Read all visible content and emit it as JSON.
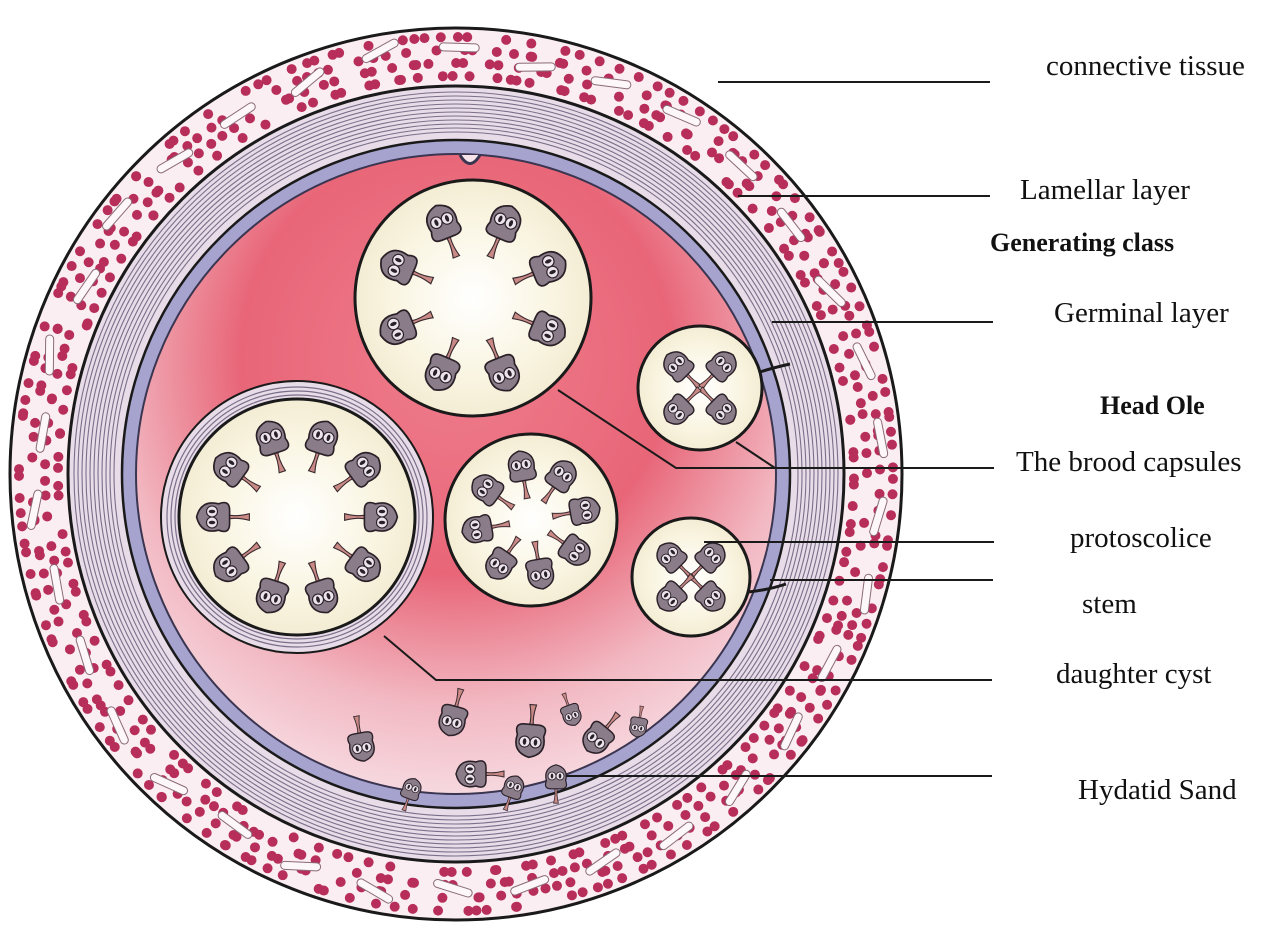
{
  "labels": {
    "connective_tissue": "connective tissue",
    "lamellar_layer": "Lamellar layer",
    "generating_class": "Generating class",
    "germinal_layer": "Germinal layer",
    "head_ole": "Head Ole",
    "brood_capsules": "The brood capsules",
    "protoscolice": "protoscolice",
    "stem": "stem",
    "daughter_cyst": "daughter cyst",
    "hydatid_sand": "Hydatid Sand"
  },
  "colors": {
    "connective_fill": "#fbeef2",
    "connective_dots": "#b82e5a",
    "lamellar_fill": "#e8dce8",
    "lamellar_lines": "#7a6f8a",
    "germinal": "#a7a3cf",
    "cavity": "#e8657a",
    "cavity_light": "#f6e4ea",
    "capsule_fill": "#f7f1d8",
    "protoscolex": "#8a7c88",
    "outline": "#1a1a1a"
  }
}
